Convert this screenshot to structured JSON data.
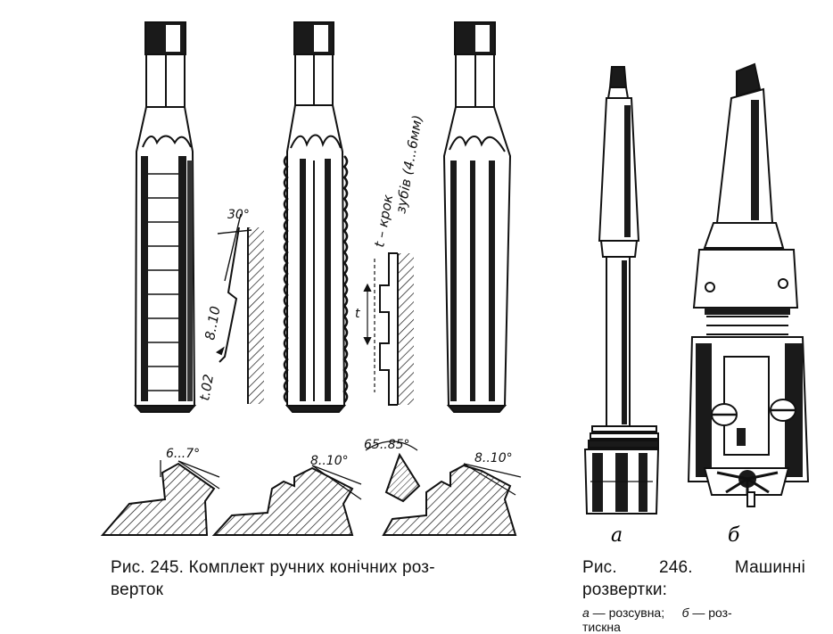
{
  "figure_245": {
    "caption_line1": "Рис. 245. Комплект ручних конічних роз-",
    "caption_line2": "верток",
    "labels": {
      "top_angle": "30°",
      "band_width": "8..10",
      "edge_land": "t.02",
      "pitch_t": "t",
      "pitch_note_line1": "t – крок",
      "pitch_note_line2": "зубів (4...6мм)",
      "angle_a": "6...7°",
      "angle_b": "8..10°",
      "angle_c": "65..85°",
      "angle_d": "8..10°"
    }
  },
  "figure_246": {
    "caption_line1": "Рис. 246. Машинні",
    "caption_line2": "розвертки:",
    "sublabel_a": "а",
    "sublabel_b": "б",
    "legend_a_symbol": "а",
    "legend_a_text": " — розсувна;",
    "legend_b_symbol": "б",
    "legend_b_text": " — роз-",
    "legend_line2": "тискна"
  }
}
